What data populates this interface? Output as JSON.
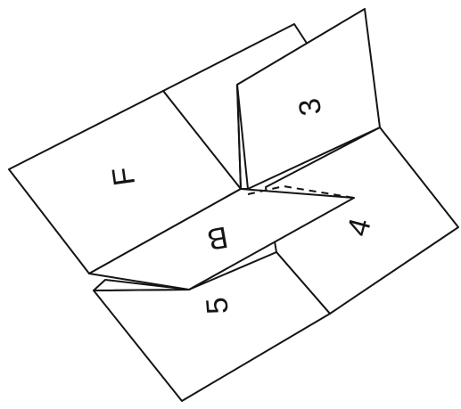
{
  "faces": [
    {
      "id": "F",
      "label": "F"
    },
    {
      "id": "3",
      "label": "3"
    },
    {
      "id": "4",
      "label": "4"
    },
    {
      "id": "5",
      "label": "5"
    },
    {
      "id": "B",
      "label": "B"
    }
  ],
  "colors": {
    "stroke": "#141414",
    "background": "#ffffff"
  }
}
